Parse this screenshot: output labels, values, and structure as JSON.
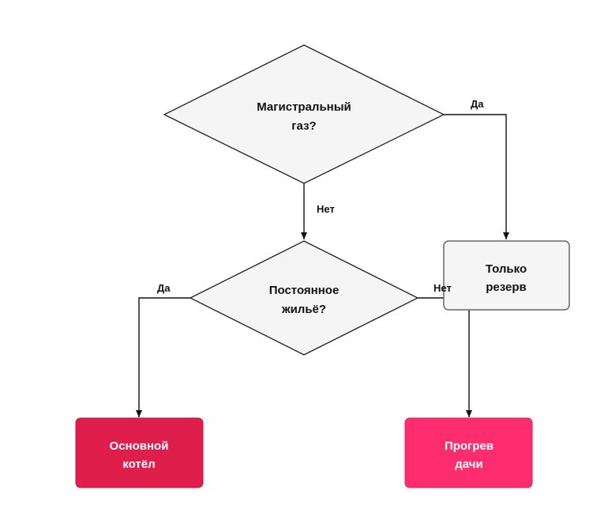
{
  "diagram": {
    "nodes": {
      "gas": {
        "lines": [
          "Магистральный",
          "газ?"
        ]
      },
      "living": {
        "lines": [
          "Постоянное",
          "жильё?"
        ]
      },
      "reserve": {
        "lines": [
          "Только",
          "резерв"
        ]
      },
      "main_boiler": {
        "lines": [
          "Основной",
          "котёл"
        ],
        "color": "#e01e4b"
      },
      "dacha": {
        "lines": [
          "Прогрев",
          "дачи"
        ],
        "color": "#ff2d6f"
      }
    },
    "edges": {
      "gas_yes": "Да",
      "gas_no": "Нет",
      "living_yes": "Да",
      "living_no": "Нет"
    }
  }
}
